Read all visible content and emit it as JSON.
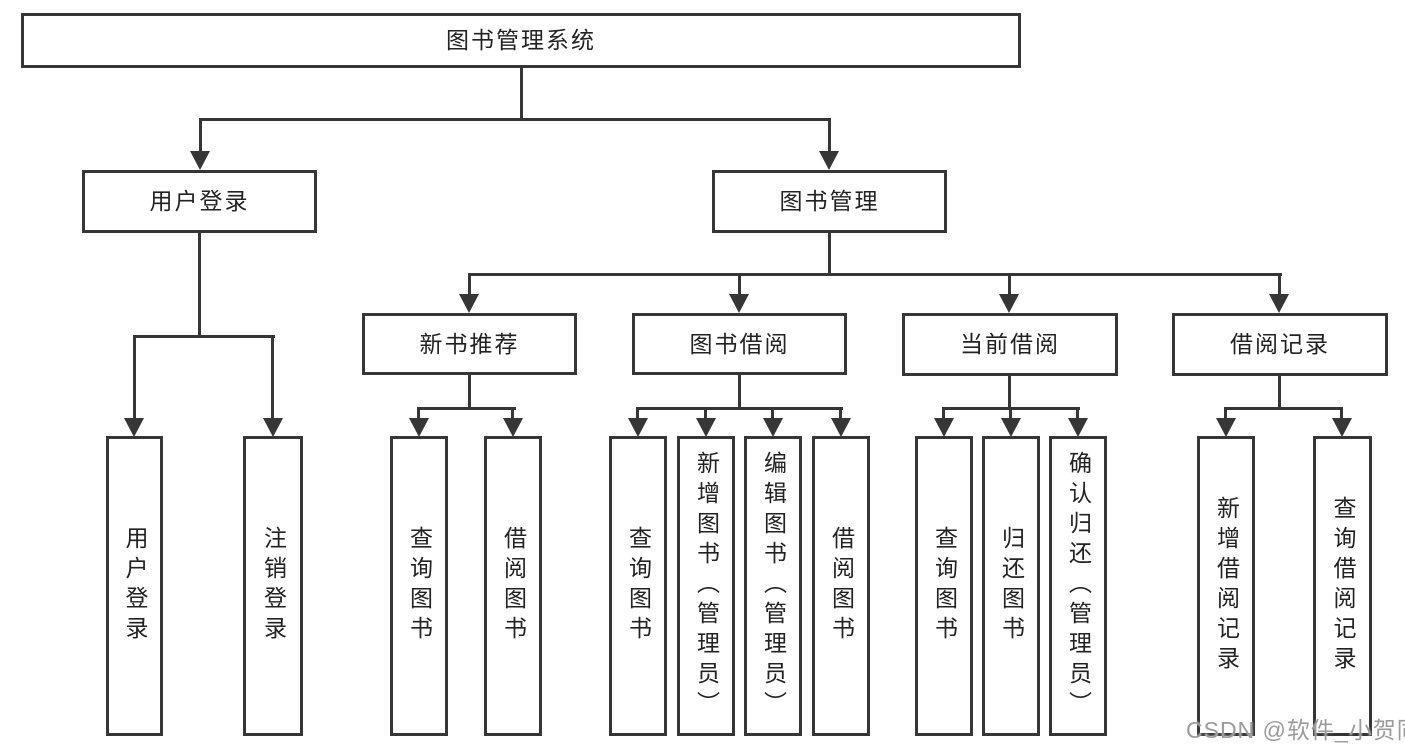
{
  "tree": {
    "label": "图书管理系统",
    "children": [
      {
        "label": "用户登录",
        "children": [
          {
            "label": "用户登录"
          },
          {
            "label": "注销登录"
          }
        ]
      },
      {
        "label": "图书管理",
        "children": [
          {
            "label": "新书推荐",
            "children": [
              {
                "label": "查询图书"
              },
              {
                "label": "借阅图书"
              }
            ]
          },
          {
            "label": "图书借阅",
            "children": [
              {
                "label": "查询图书"
              },
              {
                "label": "新增图书（管理员）"
              },
              {
                "label": "编辑图书（管理员）"
              },
              {
                "label": "借阅图书"
              }
            ]
          },
          {
            "label": "当前借阅",
            "children": [
              {
                "label": "查询图书"
              },
              {
                "label": "归还图书"
              },
              {
                "label": "确认归还（管理员）"
              }
            ]
          },
          {
            "label": "借阅记录",
            "children": [
              {
                "label": "新增借阅记录"
              },
              {
                "label": "查询借阅记录"
              }
            ]
          }
        ]
      }
    ]
  },
  "watermark": "CSDN @软件_小贺同学",
  "colors": {
    "line": "#363636",
    "text": "#222222",
    "watermark": "#9b9b9b",
    "background": "#ffffff"
  }
}
